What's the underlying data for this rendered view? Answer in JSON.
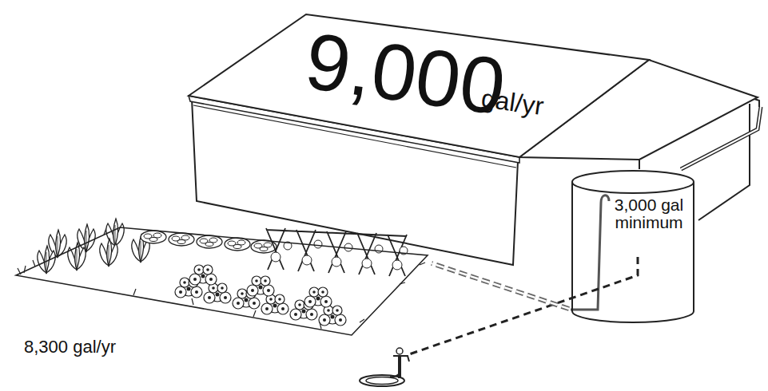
{
  "diagram": {
    "nodes": [
      {
        "text": [
          "9,000",
          "gal/yr"
        ]
      },
      {
        "text": [
          "3,000 gal minimum"
        ]
      },
      {
        "text": [
          "8,300 gal/yr"
        ]
      }
    ],
    "edges": [
      {
        "from": 0,
        "to": 1,
        "arrow": "none"
      },
      {
        "from": 1,
        "to": 2,
        "arrow": "none"
      }
    ]
  }
}
